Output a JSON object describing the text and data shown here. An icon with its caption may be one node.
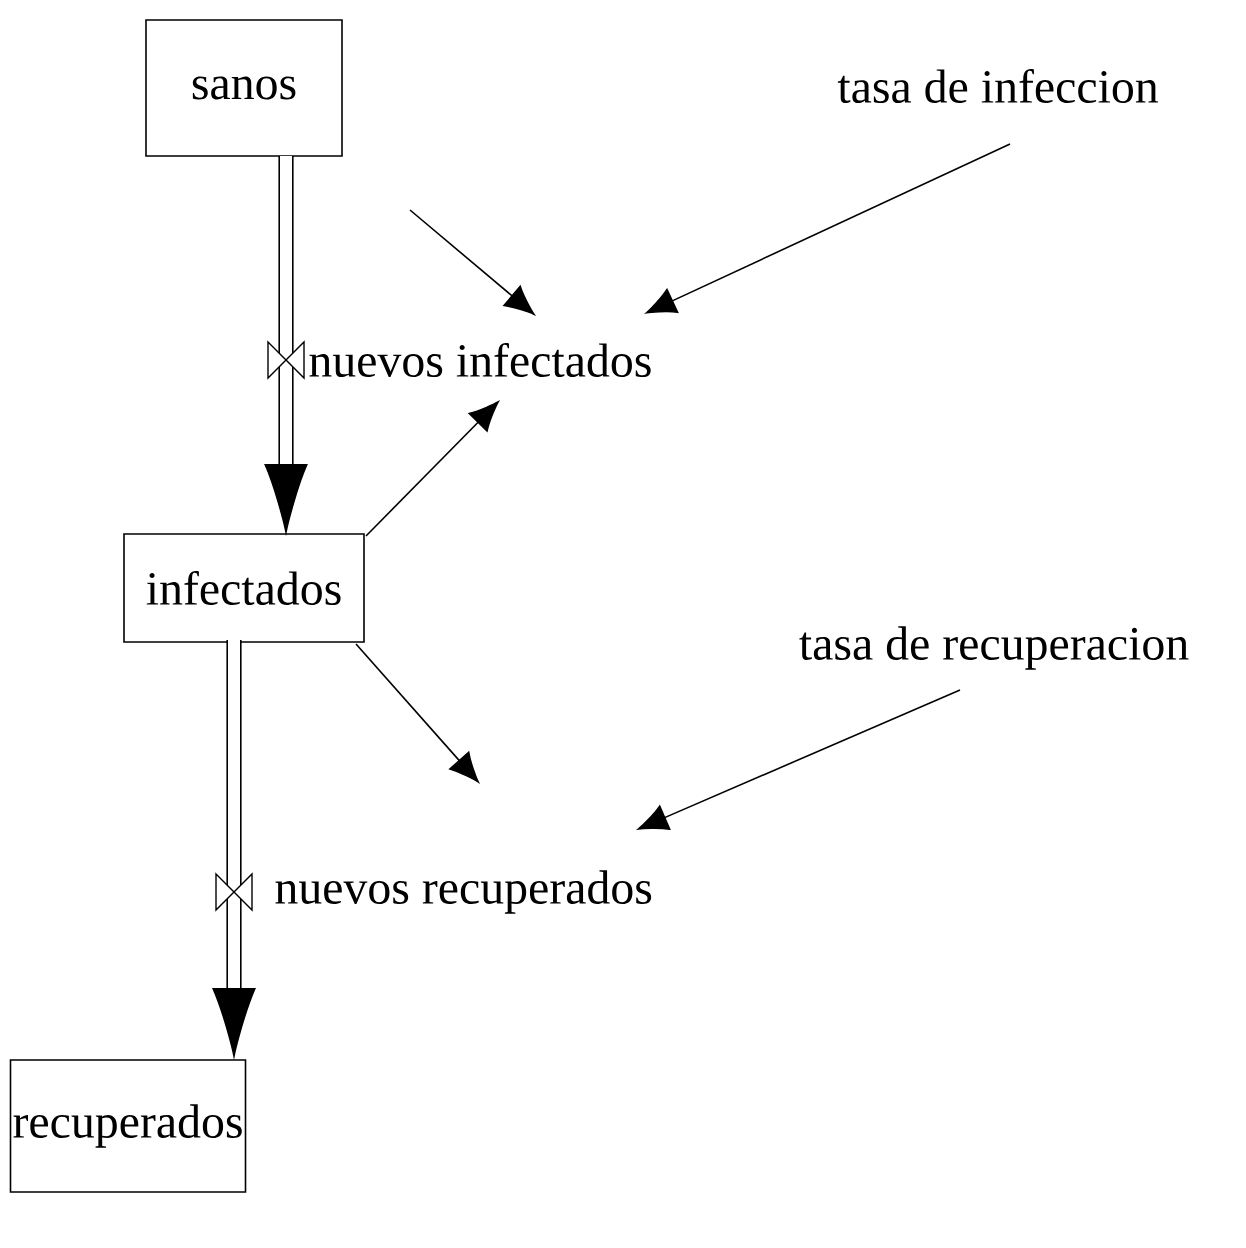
{
  "diagram": {
    "nodes": [
      {
        "text": [
          "sanos"
        ]
      },
      {
        "text": [
          "nuevos infectados"
        ]
      },
      {
        "text": [
          "tasa de infeccion"
        ]
      },
      {
        "text": [
          "infectados"
        ]
      },
      {
        "text": [
          "nuevos recuperados"
        ]
      },
      {
        "text": [
          "tasa de recuperacion"
        ]
      },
      {
        "text": [
          "recuperados"
        ]
      }
    ],
    "edges": [
      {
        "from": 0,
        "to": 3,
        "arrow": "to",
        "style": "thick"
      },
      {
        "from": 0,
        "to": 1,
        "arrow": "to"
      },
      {
        "from": 2,
        "to": 1,
        "arrow": "to"
      },
      {
        "from": 3,
        "to": 1,
        "arrow": "to"
      },
      {
        "from": 3,
        "to": 4,
        "arrow": "to"
      },
      {
        "from": 5,
        "to": 4,
        "arrow": "to"
      },
      {
        "from": 3,
        "to": 6,
        "arrow": "to",
        "style": "thick"
      }
    ]
  }
}
